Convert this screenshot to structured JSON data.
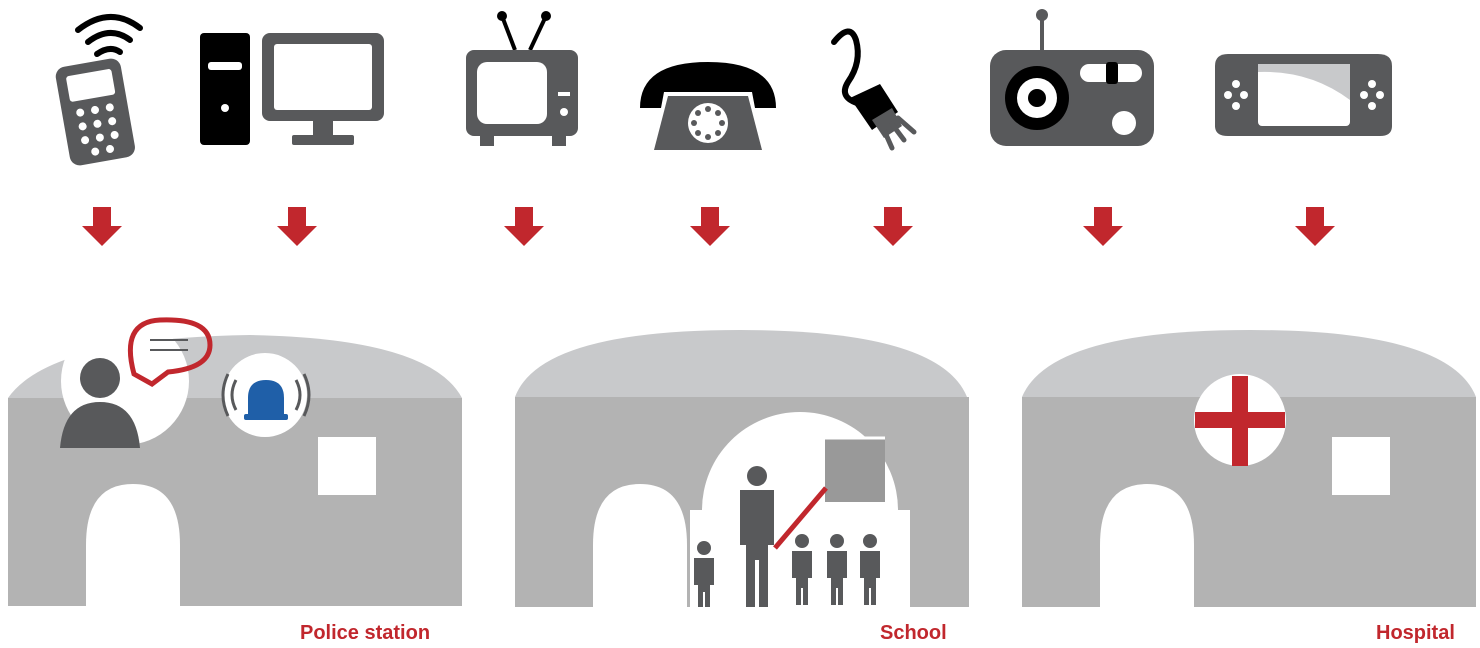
{
  "colors": {
    "accent_red": "#c1272d",
    "icon_gray": "#58595b",
    "building_gray": "#b3b3b3",
    "roof_gray": "#c8c9cb",
    "siren_blue": "#1f5fa8"
  },
  "devices": [
    {
      "name": "mobile-phone-icon"
    },
    {
      "name": "desktop-computer-icon"
    },
    {
      "name": "television-icon"
    },
    {
      "name": "telephone-icon"
    },
    {
      "name": "power-plug-icon"
    },
    {
      "name": "radio-icon"
    },
    {
      "name": "handheld-game-console-icon"
    }
  ],
  "buildings": [
    {
      "name": "police-station",
      "label": "Police station",
      "icons": [
        "speech-person-icon",
        "siren-icon"
      ]
    },
    {
      "name": "school",
      "label": "School",
      "icons": [
        "teacher-with-students-icon"
      ]
    },
    {
      "name": "hospital",
      "label": "Hospital",
      "icons": [
        "red-cross-icon"
      ]
    }
  ]
}
